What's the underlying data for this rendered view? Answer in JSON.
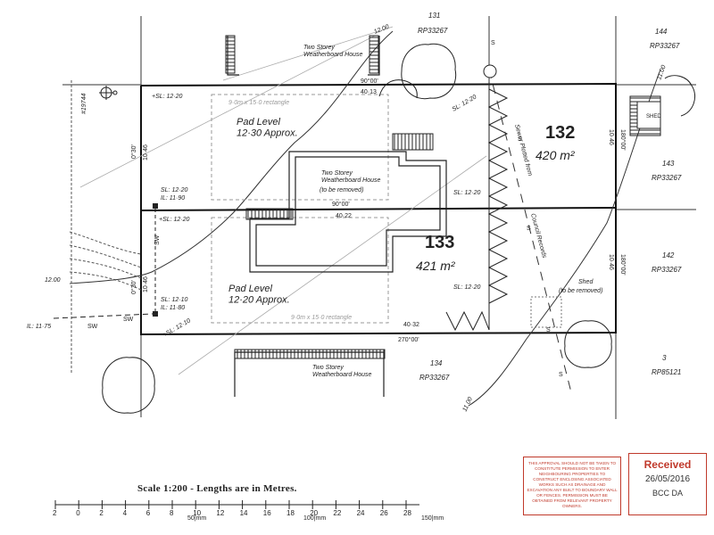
{
  "lots": {
    "lot132": {
      "number": "132",
      "area": "420 m²"
    },
    "lot133": {
      "number": "133",
      "area": "421 m²"
    },
    "lot131": {
      "number": "131",
      "plan": "RP33267"
    },
    "lot134": {
      "number": "134",
      "plan": "RP33267"
    },
    "lot144": {
      "number": "144",
      "plan": "RP33267"
    },
    "lot143": {
      "number": "143",
      "plan": "RP33267"
    },
    "lot142": {
      "number": "142",
      "plan": "RP33267"
    },
    "lot3": {
      "number": "3",
      "plan": "RP85121"
    }
  },
  "buildings": {
    "top_house": "Two Storey\nWeatherboard House",
    "existing_house": "Two Storey\nWeatherboard House",
    "existing_house_note": "(to be removed)",
    "bottom_house": "Two Storey\nWeatherboard House",
    "shed_top": "SHED",
    "shed_lot133": "Shed",
    "shed_lot133_note": "(to be removed)"
  },
  "pads": {
    "pad132_level": "Pad Level\n12·30 Approx.",
    "pad133_level": "Pad Level\n12·20 Approx.",
    "pad_rect": "9·0m x 15·0 rectangle"
  },
  "dimensions": {
    "top_bearing": "90°00'",
    "top_length": "40·13",
    "mid_bearing": "90°00'",
    "mid_length": "40·22",
    "bot_bearing": "270°00'",
    "bot_length": "40·32",
    "left_upper_bearing": "0°30'",
    "left_upper_length": "10·46",
    "left_lower_bearing": "0°30'",
    "left_lower_length": "10·46",
    "right_upper_bearing": "180°00'",
    "right_upper_length": "10·46",
    "right_lower_bearing": "180°00'",
    "right_lower_length": "10·46"
  },
  "levels": {
    "sl1": "+SL: 12·20",
    "sl2": "+SL: 12·20",
    "sl3": "SL: 12·20",
    "sl3b": "IL: 11·90",
    "sl4": "SL: 12·10",
    "sl4b": "IL: 11·80",
    "sl5": "+SL: 12·10",
    "sl6": "SL: 12·20",
    "sl7": "SL: 12·20",
    "sl8": "SL: 12·20",
    "il_left": "IL: 11·75",
    "sw1": "SW",
    "sw2": "SW",
    "sw3": "SW",
    "contour_1200_top": "12.00",
    "contour_1200_left": "12.00",
    "contour_1100_right": "11.00",
    "contour_1100_bottom": "11.00",
    "mark": "#19744"
  },
  "sewer": {
    "label": "Sewer Plotted from",
    "label2": "Council Records",
    "s": "S"
  },
  "scale": {
    "title": "Scale 1:200 - Lengths are in Metres.",
    "ticks": [
      "2",
      "0",
      "2",
      "4",
      "6",
      "8",
      "10",
      "12",
      "14",
      "16",
      "18",
      "20",
      "22",
      "24",
      "26",
      "28"
    ],
    "mm50": "50|mm",
    "mm100": "100|mm",
    "mm150": "150|mm"
  },
  "stamps": {
    "approval": "THIS APPROVAL SHOULD NOT BE TAKEN TO CONSTITUTE PERMISSION TO ENTER NEIGHBOURING PROPERTIES TO CONSTRUCT ENCLOSING ASSOCIATED WORKS SUCH AS DRAINAGE AND EXCAVATION ANY BUILT TO BOUNDARY WALL OR FENCES. PERMISSION MUST BE OBTAINED FROM RELEVANT PROPERTY OWNERS.",
    "received_title": "Received",
    "received_date": "26/05/2016",
    "received_org": "BCC DA"
  },
  "colors": {
    "line": "#222222",
    "faint": "#9a9a9a",
    "stamp": "#c0392b"
  }
}
